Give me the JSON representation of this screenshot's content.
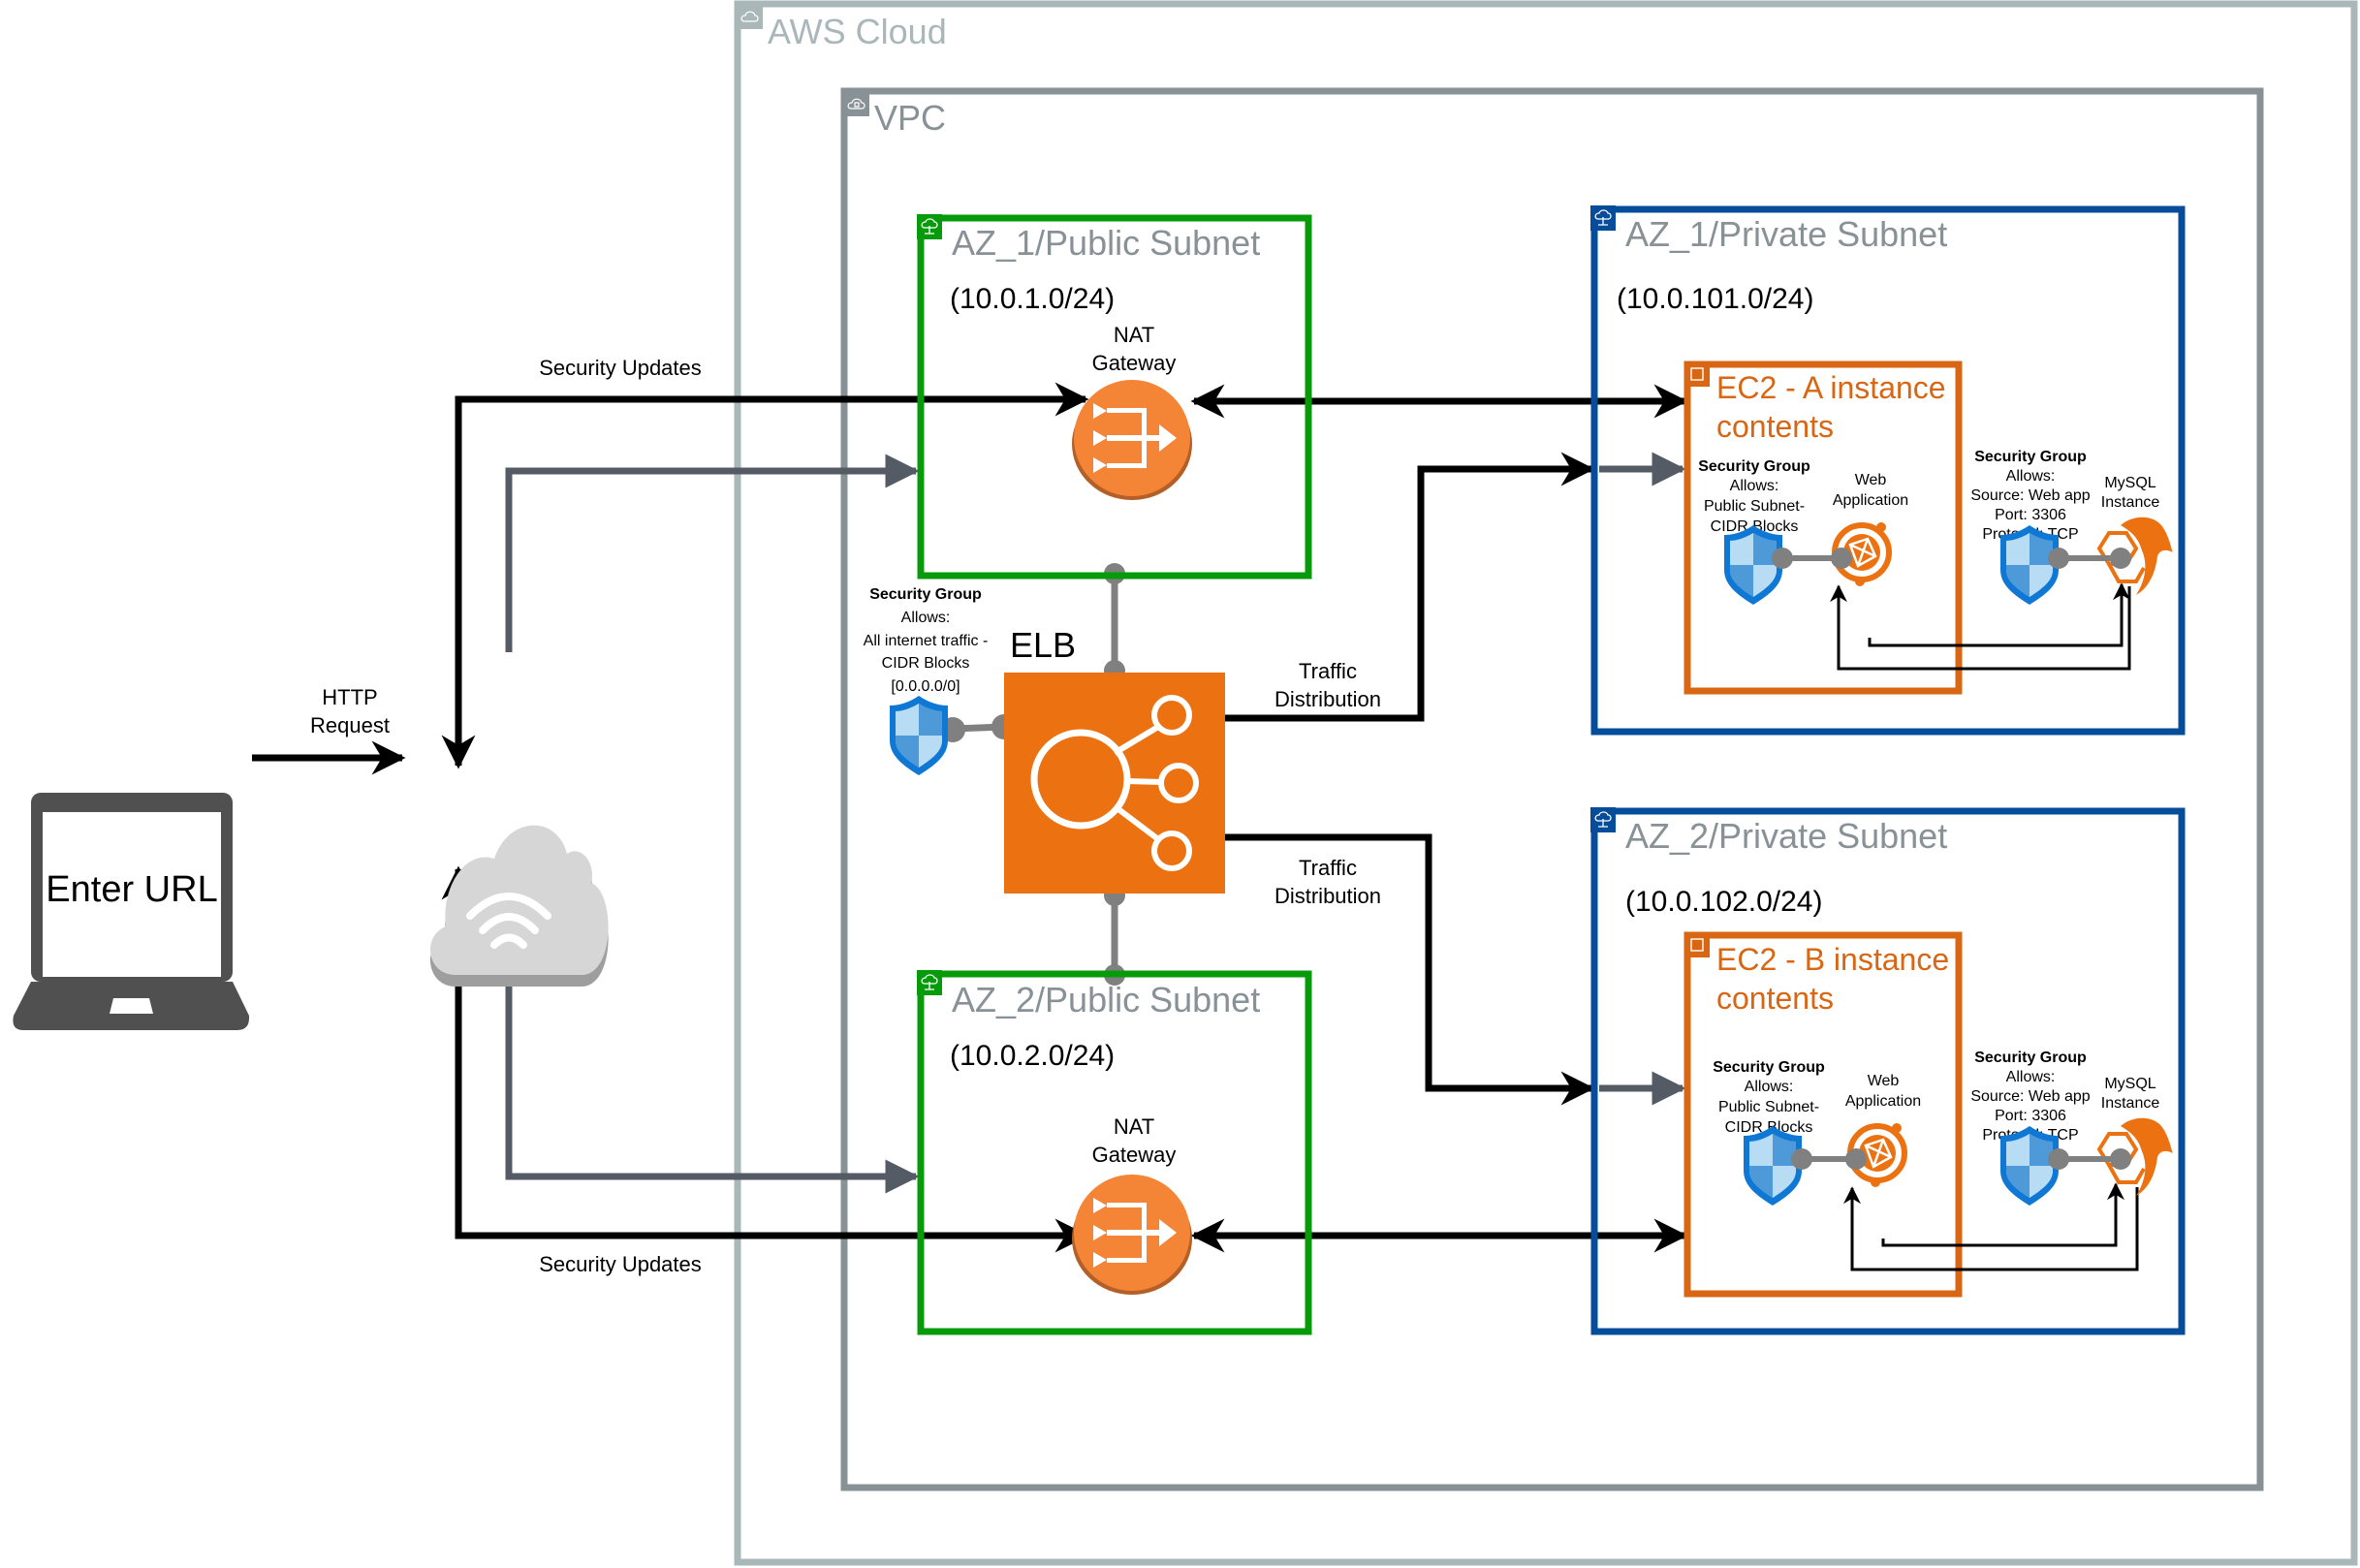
{
  "client": {
    "label": "Enter URL",
    "request_label_line1": "HTTP",
    "request_label_line2": "Request"
  },
  "internet": {
    "name": "Internet Gateway"
  },
  "edge_labels": {
    "security_updates_top": "Security Updates",
    "security_updates_bottom": "Security Updates",
    "traffic_dist_1_line1": "Traffic",
    "traffic_dist_1_line2": "Distribution",
    "traffic_dist_2_line1": "Traffic",
    "traffic_dist_2_line2": "Distribution"
  },
  "aws_cloud": {
    "title": "AWS Cloud"
  },
  "vpc": {
    "title": "VPC"
  },
  "public_subnets": [
    {
      "title": "AZ_1/Public Subnet",
      "cidr": "(10.0.1.0/24)",
      "nat_line1": "NAT",
      "nat_line2": "Gateway"
    },
    {
      "title": "AZ_2/Public Subnet",
      "cidr": "(10.0.2.0/24)",
      "nat_line1": "NAT",
      "nat_line2": "Gateway"
    }
  ],
  "elb": {
    "title": "ELB",
    "sg": {
      "heading": "Security Group",
      "lines": [
        "Allows:",
        "All internet traffic -",
        "CIDR Blocks",
        "[0.0.0.0/0]"
      ]
    }
  },
  "private_subnets": [
    {
      "title": "AZ_1/Private Subnet",
      "cidr": "(10.0.101.0/24)",
      "ec2": {
        "title_line1": "EC2 - A instance",
        "title_line2": "contents"
      },
      "web_sg": {
        "heading": "Security Group",
        "lines": [
          "Allows:",
          "Public Subnet-",
          "CIDR Blocks"
        ]
      },
      "web_app": {
        "line1": "Web",
        "line2": "Application"
      },
      "db_sg": {
        "heading": "Security Group",
        "lines": [
          "Allows:",
          "Source: Web app",
          "Port: 3306",
          "Protocol: TCP"
        ]
      },
      "db": {
        "line1": "MySQL",
        "line2": "Instance"
      }
    },
    {
      "title": "AZ_2/Private Subnet",
      "cidr": "(10.0.102.0/24)",
      "ec2": {
        "title_line1": "EC2 - B instance",
        "title_line2": "contents"
      },
      "web_sg": {
        "heading": "Security Group",
        "lines": [
          "Allows:",
          "Public Subnet-",
          "CIDR Blocks"
        ]
      },
      "web_app": {
        "line1": "Web",
        "line2": "Application"
      },
      "db_sg": {
        "heading": "Security Group",
        "lines": [
          "Allows:",
          "Source: Web app",
          "Port: 3306",
          "Protocol: TCP"
        ]
      },
      "db": {
        "line1": "MySQL",
        "line2": "Instance"
      }
    }
  ],
  "colors": {
    "aws_cloud": "#aab7b8",
    "vpc": "#879196",
    "public_subnet": "#079b0b",
    "private_subnet": "#054c9b",
    "ec2": "#d86613",
    "elb": "#ec7211",
    "nat": "#f58536",
    "arrow_black": "#000000",
    "arrow_gray": "#545b64"
  }
}
